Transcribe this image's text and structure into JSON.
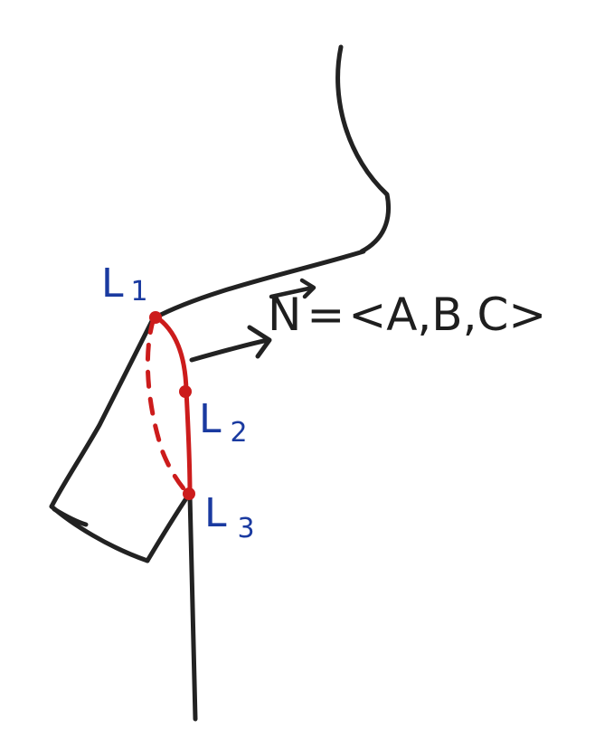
{
  "labels": {
    "l1": {
      "main": "L",
      "sub": "1"
    },
    "l2": {
      "main": "L",
      "sub": "2"
    },
    "l3": {
      "main": "L",
      "sub": "3"
    },
    "normal_vector": {
      "symbol": "N",
      "equals": "=",
      "expression": "<A,B,C>"
    }
  },
  "colors": {
    "outline": "#222222",
    "curve": "#cc1c1c",
    "labels": "#1a3aa0"
  }
}
